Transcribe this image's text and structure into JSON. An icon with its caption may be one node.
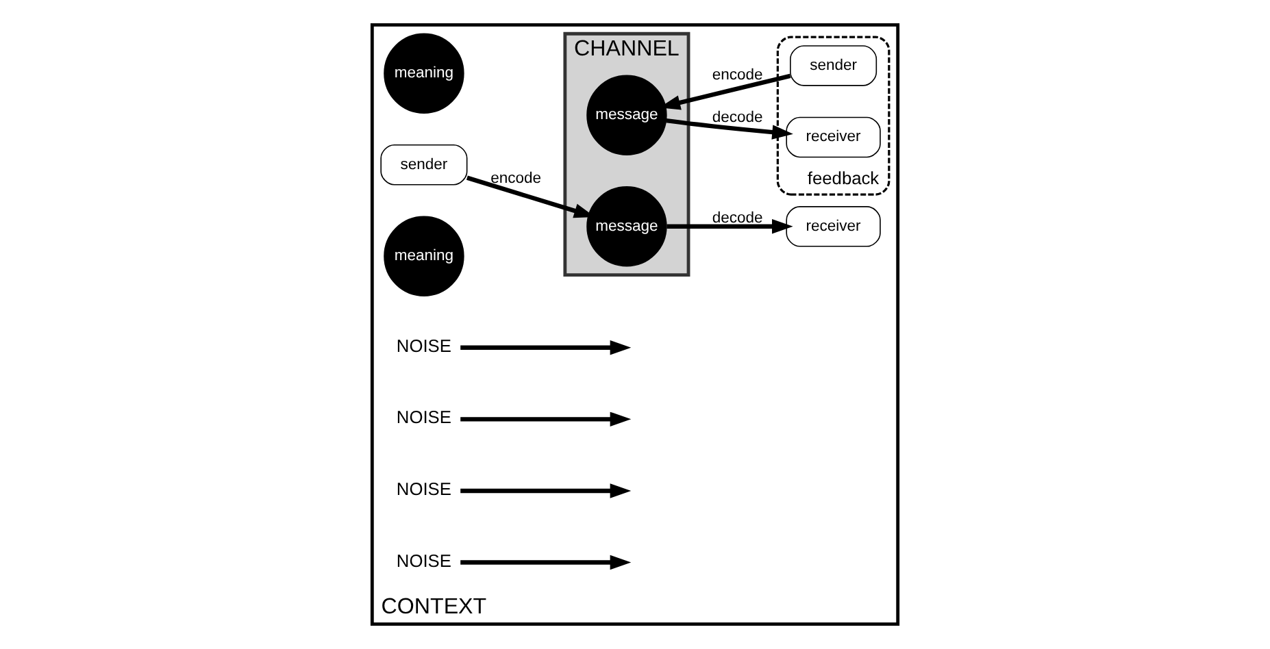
{
  "diagram": {
    "nodes": [
      {
        "text": [
          "CONTEXT"
        ]
      },
      {
        "text": [
          "meaning"
        ],
        "in": 0
      },
      {
        "text": [
          "sender"
        ],
        "in": 0
      },
      {
        "text": [
          "CHANNEL"
        ],
        "in": 0
      },
      {
        "text": [
          "message"
        ],
        "in": 3
      },
      {
        "text": [
          "message"
        ],
        "in": 3
      },
      {
        "text": [
          "receiver"
        ],
        "in": 0
      },
      {
        "text": [
          "meaning"
        ],
        "in": 0
      },
      {
        "text": [
          "feedback"
        ],
        "in": 0
      },
      {
        "text": [
          "receiver"
        ],
        "in": 8
      },
      {
        "text": [
          "sender"
        ],
        "in": 8
      },
      {
        "text": [
          "NOISE"
        ],
        "in": 0
      },
      {
        "text": [
          "NOISE"
        ],
        "in": 0
      },
      {
        "text": [
          "NOISE"
        ],
        "in": 0
      },
      {
        "text": [
          "NOISE"
        ],
        "in": 0
      }
    ],
    "edges": [
      {
        "from": 2,
        "to": 4,
        "arrow": "to",
        "label": "encode"
      },
      {
        "from": 4,
        "to": 6,
        "arrow": "to",
        "label": "decode"
      },
      {
        "from": 10,
        "to": 5,
        "arrow": "to",
        "label": "encode"
      },
      {
        "from": 5,
        "to": 9,
        "arrow": "to",
        "label": "decode"
      },
      {
        "from": 11,
        "to": null,
        "arrow": "to"
      },
      {
        "from": 12,
        "to": null,
        "arrow": "to"
      },
      {
        "from": 13,
        "to": null,
        "arrow": "to"
      },
      {
        "from": 14,
        "to": null,
        "arrow": "to"
      }
    ]
  }
}
